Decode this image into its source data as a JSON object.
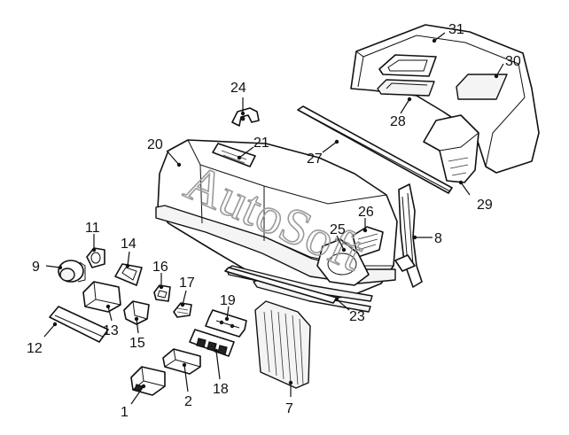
{
  "watermark": "AutoSoft",
  "callouts": {
    "c1": "1",
    "c2": "2",
    "c7": "7",
    "c8": "8",
    "c9": "9",
    "c11": "11",
    "c12": "12",
    "c13": "13",
    "c14": "14",
    "c15": "15",
    "c16": "16",
    "c17": "17",
    "c18": "18",
    "c19": "19",
    "c20": "20",
    "c21": "21",
    "c23": "23",
    "c24": "24",
    "c25": "25",
    "c26": "26",
    "c27": "27",
    "c28": "28",
    "c29": "29",
    "c30": "30",
    "c31": "31"
  }
}
